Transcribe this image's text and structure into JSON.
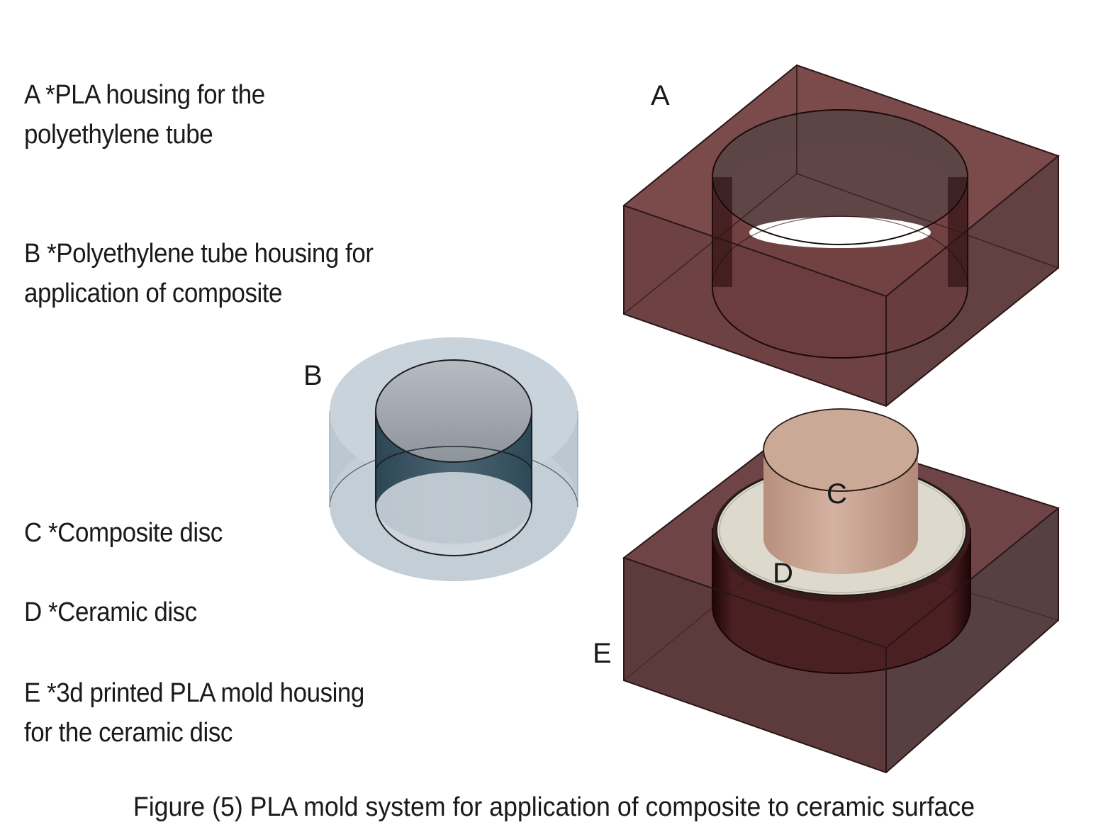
{
  "legend": {
    "a": {
      "line1": "A *PLA housing for the",
      "line2": "polyethylene tube"
    },
    "b": {
      "line1": "B *Polyethylene tube housing for",
      "line2": "application of composite"
    },
    "c": {
      "line1": "C *Composite disc"
    },
    "d": {
      "line1": "D *Ceramic disc"
    },
    "e": {
      "line1": "E *3d printed PLA mold housing",
      "line2": "for the ceramic disc"
    }
  },
  "parts": {
    "a": {
      "label": "A",
      "icon": "pla-housing-block-icon",
      "color": "#7a4a4c"
    },
    "b": {
      "label": "B",
      "icon": "polyethylene-tube-icon",
      "color": "#c9d2d9"
    },
    "c": {
      "label": "C",
      "icon": "composite-disc-icon",
      "color": "#c9a594"
    },
    "d": {
      "label": "D",
      "icon": "ceramic-disc-icon",
      "color": "#dcd8cc"
    },
    "e": {
      "label": "E",
      "icon": "pla-mold-housing-icon",
      "color": "#6a3e40"
    }
  },
  "caption": "Figure (5) PLA mold system for application of composite to ceramic surface"
}
